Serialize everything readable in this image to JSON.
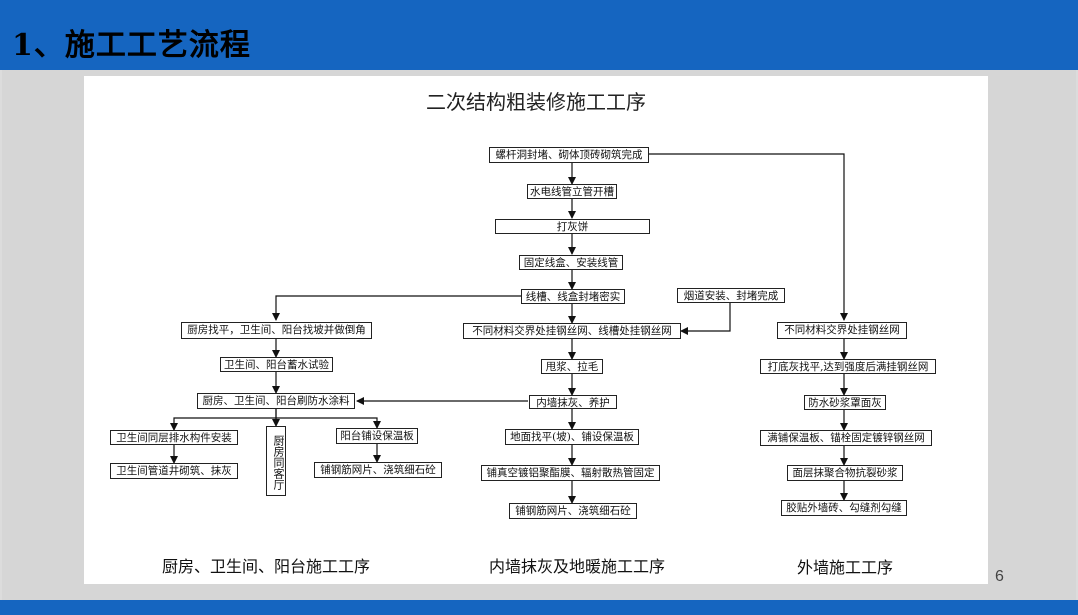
{
  "header": {
    "title": "1、施工工艺流程"
  },
  "page_number": "6",
  "diagram": {
    "title": "二次结构粗装修施工工序",
    "nodes": {
      "n1": "螺杆洞封堵、砌体顶砖砌筑完成",
      "n2": "水电线管立管开槽",
      "n3": "打灰饼",
      "n4": "固定线盒、安装线管",
      "n5": "线槽、线盒封堵密实",
      "n6": "烟道安装、封堵完成",
      "n7": "不同材料交界处挂钢丝网、线槽处挂钢丝网",
      "n8": "甩浆、拉毛",
      "n9": "内墙抹灰、养护",
      "n10": "地面找平(坡)、铺设保温板",
      "n11": "铺真空镀铝聚酯膜、辐射散热管固定",
      "n12": "铺钢筋网片、浇筑细石砼",
      "l1": "厨房找平，卫生间、阳台找坡并做倒角",
      "l2": "卫生间、阳台蓄水试验",
      "l3": "厨房、卫生间、阳台刷防水涂料",
      "l4": "卫生间同层排水构件安装",
      "l5": "卫生间管道井砌筑、抹灰",
      "l6": "厨房同客厅",
      "l7": "阳台铺设保温板",
      "l8": "铺钢筋网片、浇筑细石砼",
      "r1": "不同材料交界处挂钢丝网",
      "r2": "打底灰找平,达到强度后满挂钢丝网",
      "r3": "防水砂浆罩面灰",
      "r4": "满铺保温板、锚栓固定镀锌钢丝网",
      "r5": "面层抹聚合物抗裂砂浆",
      "r6": "胶贴外墙砖、勾缝剂勾缝"
    },
    "sections": {
      "left": "厨房、卫生间、阳台施工工序",
      "middle": "内墙抹灰及地暖施工工序",
      "right": "外墙施工工序"
    }
  }
}
